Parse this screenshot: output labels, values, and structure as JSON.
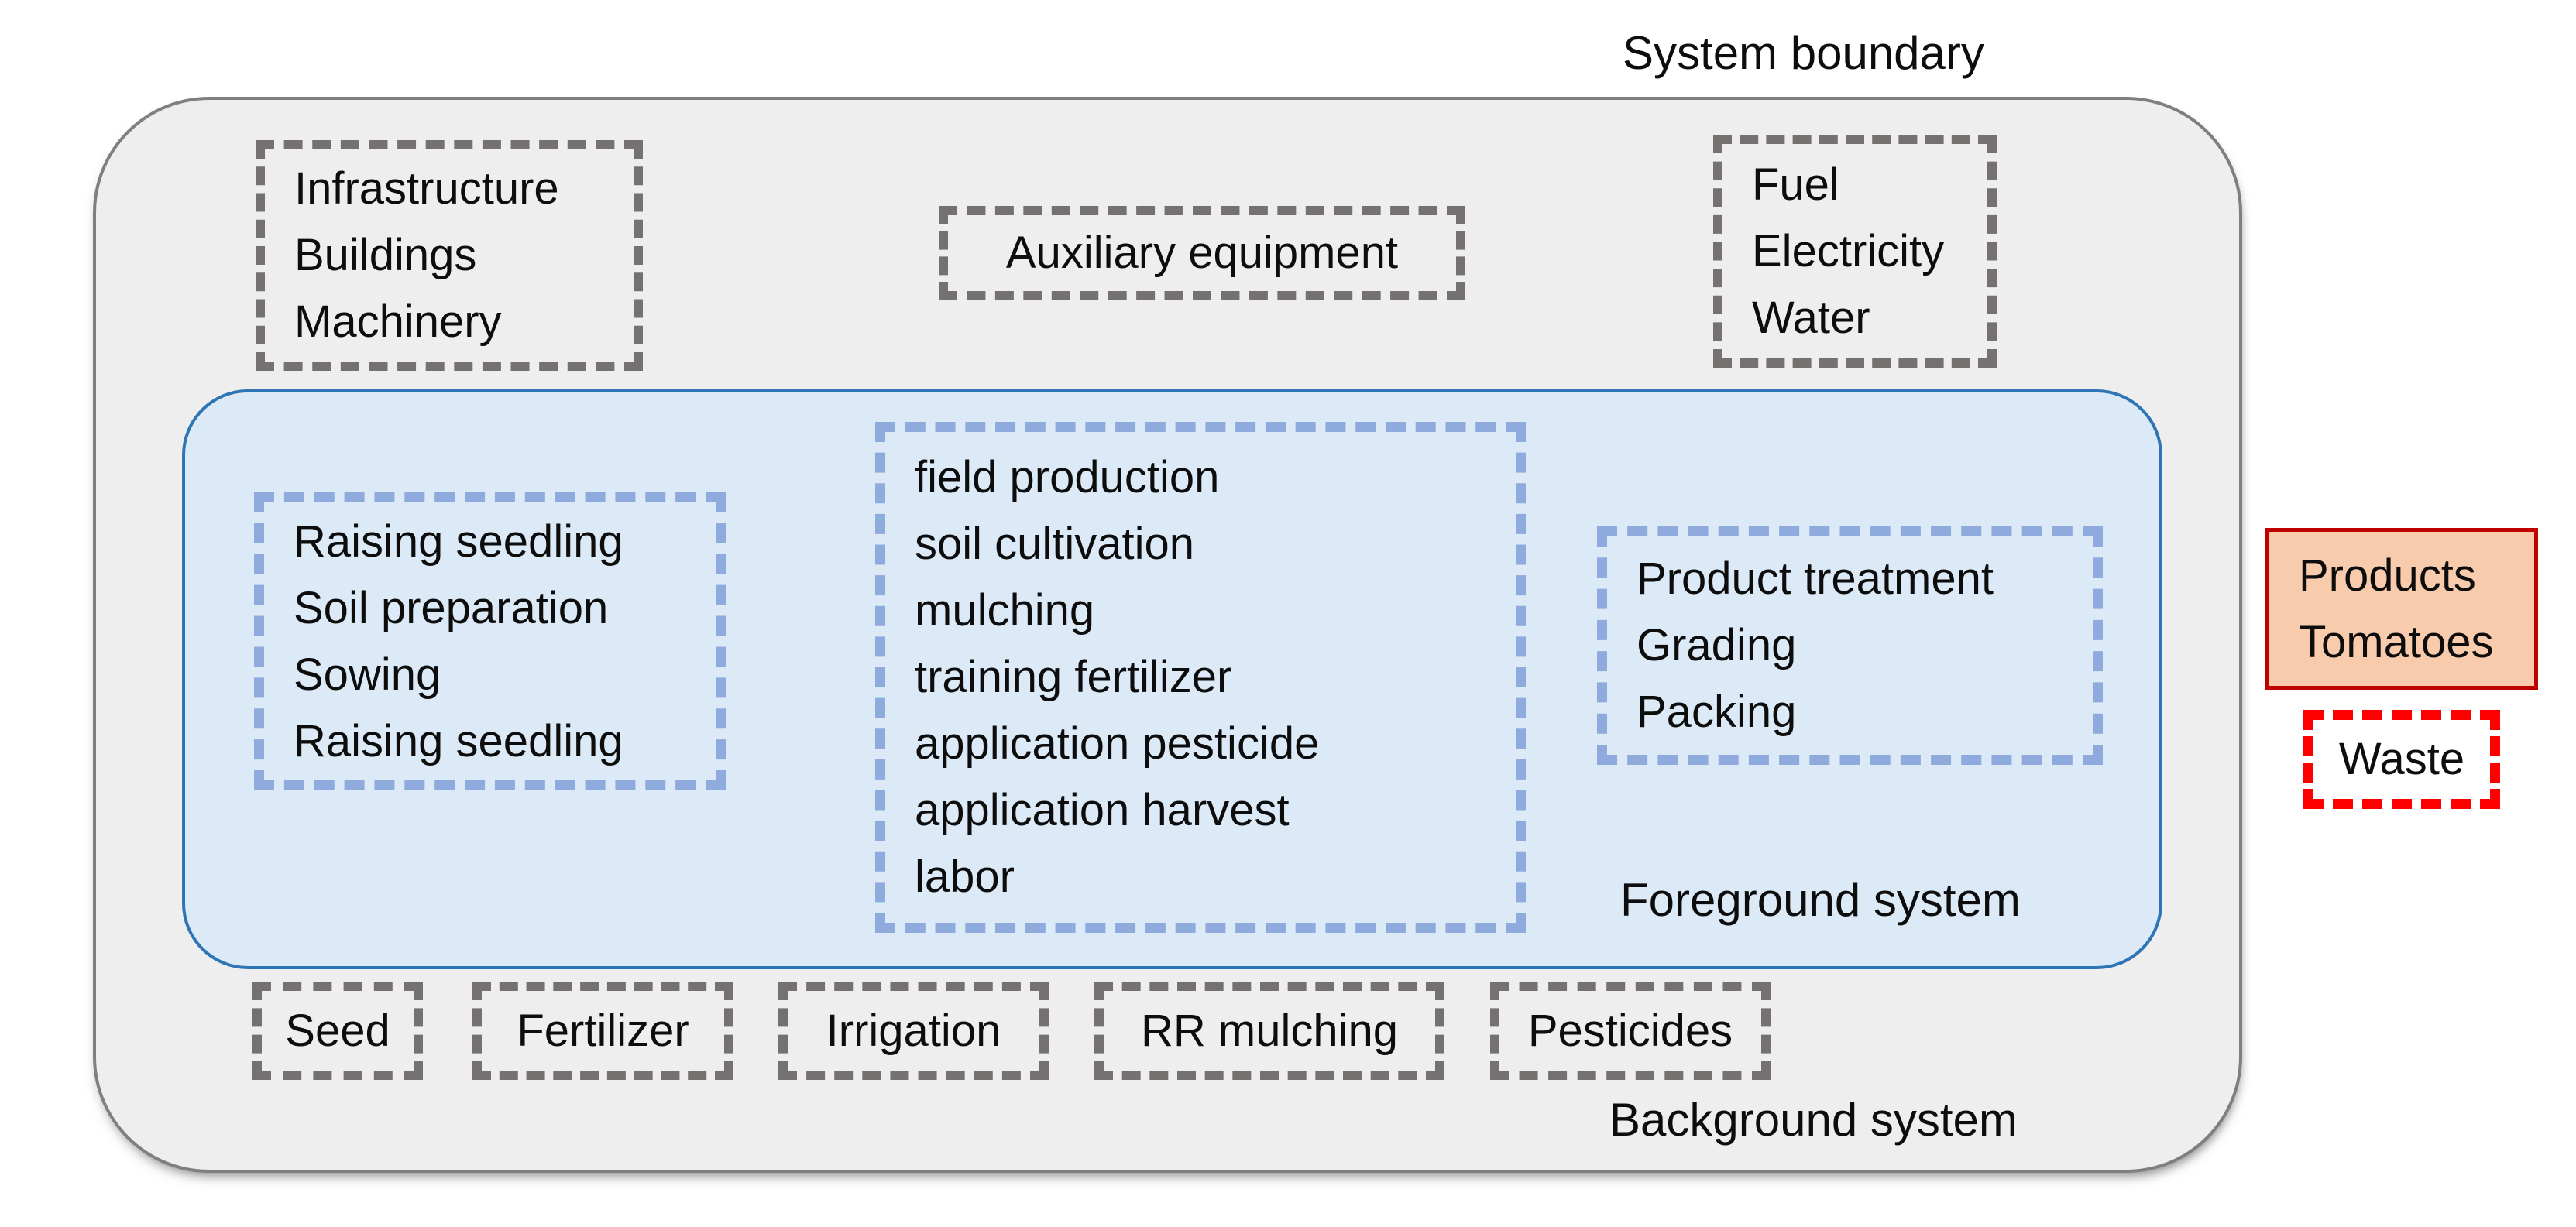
{
  "labels": {
    "system_boundary": "System boundary",
    "foreground_system": "Foreground system",
    "background_system": "Background system"
  },
  "boxes": {
    "infrastructure": {
      "lines": [
        "Infrastructure",
        "Buildings",
        "Machinery"
      ]
    },
    "auxiliary_equipment": {
      "label": "Auxiliary equipment"
    },
    "energy_inputs": {
      "lines": [
        "Fuel",
        "Electricity",
        "Water"
      ]
    },
    "nursery_operations": {
      "lines": [
        "Raising seedling",
        "Soil preparation",
        "Sowing",
        "Raising seedling"
      ]
    },
    "field_production": {
      "lines": [
        "field production",
        "soil cultivation",
        "mulching",
        "training fertilizer",
        "application pesticide",
        "application harvest",
        "labor"
      ]
    },
    "product_treatment": {
      "lines": [
        "Product treatment",
        "Grading",
        "Packing"
      ]
    },
    "background_inputs": [
      "Seed",
      "Fertilizer",
      "Irrigation",
      "RR mulching",
      "Pesticides"
    ],
    "products": {
      "lines": [
        "Products",
        "Tomatoes"
      ]
    },
    "waste": {
      "label": "Waste"
    }
  },
  "colors": {
    "text": "#0d0d0d",
    "boundary_fill": "#efeeee",
    "boundary_border": "#7f7f7f",
    "foreground_fill": "#dce9f6",
    "foreground_border": "#2e75b6",
    "gray_dash": "#767171",
    "blue_dash": "#8faadc",
    "products_fill": "#f8cbad",
    "products_border": "#c00000",
    "waste_border": "#ff0000"
  }
}
